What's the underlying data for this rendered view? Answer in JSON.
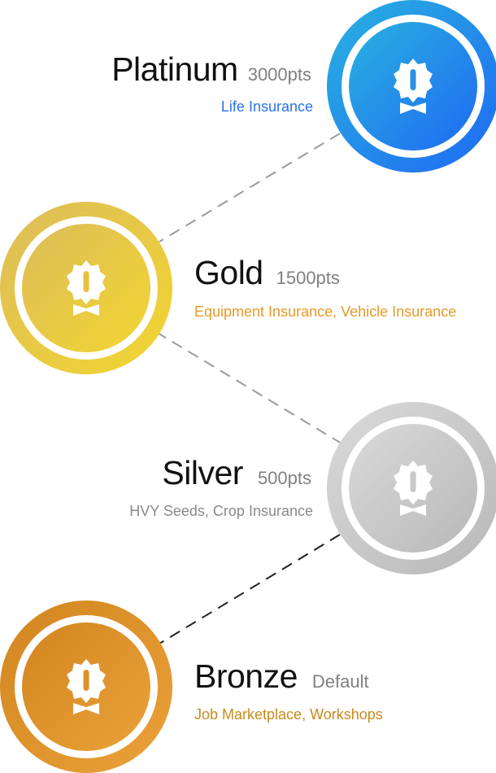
{
  "tiers": [
    {
      "name": "Platinum",
      "points": "3000pts",
      "benefits": "Life Insurance",
      "badge_icon": "award-rosette-icon",
      "colors": {
        "from": "#29b1e0",
        "to": "#1f6af2",
        "text": "#2b71e8"
      }
    },
    {
      "name": "Gold",
      "points": "1500pts",
      "benefits": "Equipment Insurance, Vehicle Insurance",
      "badge_icon": "award-rosette-icon",
      "colors": {
        "from": "#dcbd5a",
        "to": "#f3d531",
        "text": "#e79a28"
      }
    },
    {
      "name": "Silver",
      "points": "500pts",
      "benefits": "HVY Seeds, Crop Insurance",
      "badge_icon": "award-rosette-icon",
      "colors": {
        "from": "#dadada",
        "to": "#b8b8b8",
        "text": "#8a8a8a"
      }
    },
    {
      "name": "Bronze",
      "points": "Default",
      "benefits": "Job Marketplace, Workshops",
      "badge_icon": "award-rosette-icon",
      "colors": {
        "from": "#d2851f",
        "to": "#eba23a",
        "text": "#c98a1c"
      }
    }
  ],
  "connector_colors": {
    "light": "#9a9a9a",
    "dark": "#222222"
  }
}
